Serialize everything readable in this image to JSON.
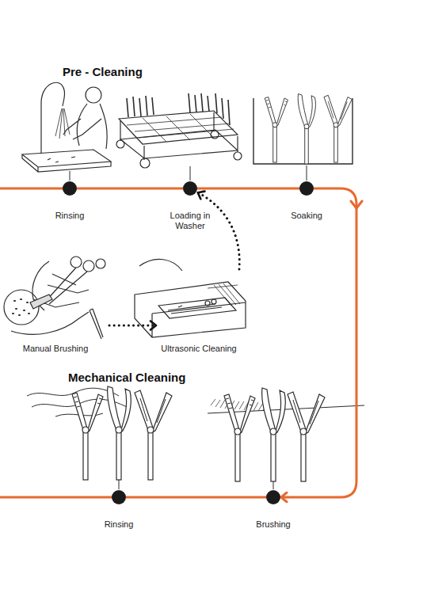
{
  "diagram": {
    "nodes": [
      {
        "text": [
          "Pre - Cleaning"
        ]
      },
      {
        "text": [
          "Rinsing"
        ],
        "in": 0
      },
      {
        "text": [
          "Loading in Washer"
        ],
        "in": 0
      },
      {
        "text": [
          "Soaking"
        ],
        "in": 0
      },
      {
        "text": [
          "Manual Brushing"
        ]
      },
      {
        "text": [
          "Ultrasonic Cleaning"
        ]
      },
      {
        "text": [
          "Mechanical Cleaning"
        ]
      },
      {
        "text": [
          "Rinsing"
        ],
        "in": 6
      },
      {
        "text": [
          "Brushing"
        ],
        "in": 6
      }
    ],
    "edges": [
      {
        "from": 1,
        "to": 2,
        "arrow": "none"
      },
      {
        "from": 2,
        "to": 3,
        "arrow": "none"
      },
      {
        "from": 3,
        "to": 8,
        "arrow": "to"
      },
      {
        "from": 8,
        "to": 7,
        "arrow": "none"
      },
      {
        "from": 4,
        "to": 5,
        "arrow": "to"
      },
      {
        "from": 5,
        "to": 2,
        "arrow": "to"
      }
    ]
  }
}
